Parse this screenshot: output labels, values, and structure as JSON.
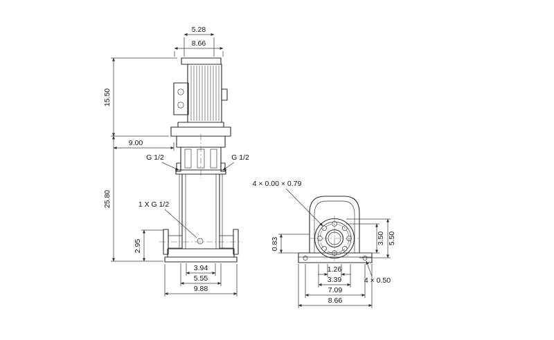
{
  "drawing": {
    "front": {
      "dim_top_width": "5.28",
      "dim_motor_width": "8.66",
      "dim_motor_height": "15.50",
      "dim_depth": "9.00",
      "port_left_label": "G 1/2",
      "port_right_label": "G 1/2",
      "dim_pump_height": "25.80",
      "drain_label": "1 X G 1/2",
      "dim_port_height": "2.95",
      "dim_base_inner": "3.94",
      "dim_base_mid": "5.55",
      "dim_base_outer": "9.88"
    },
    "side": {
      "bolt_hole_callout": "4 × 0.00 × 0.79",
      "dim_foot_height": "0.83",
      "dim_bolt_circle": "3.50",
      "dim_flange_od": "5.50",
      "dim_bore": "1.26",
      "dim_bolt_span": "3.39",
      "dim_base_hole_span": "7.09",
      "dim_base_width": "8.66",
      "base_hole_callout": "4 × 0.50"
    }
  }
}
